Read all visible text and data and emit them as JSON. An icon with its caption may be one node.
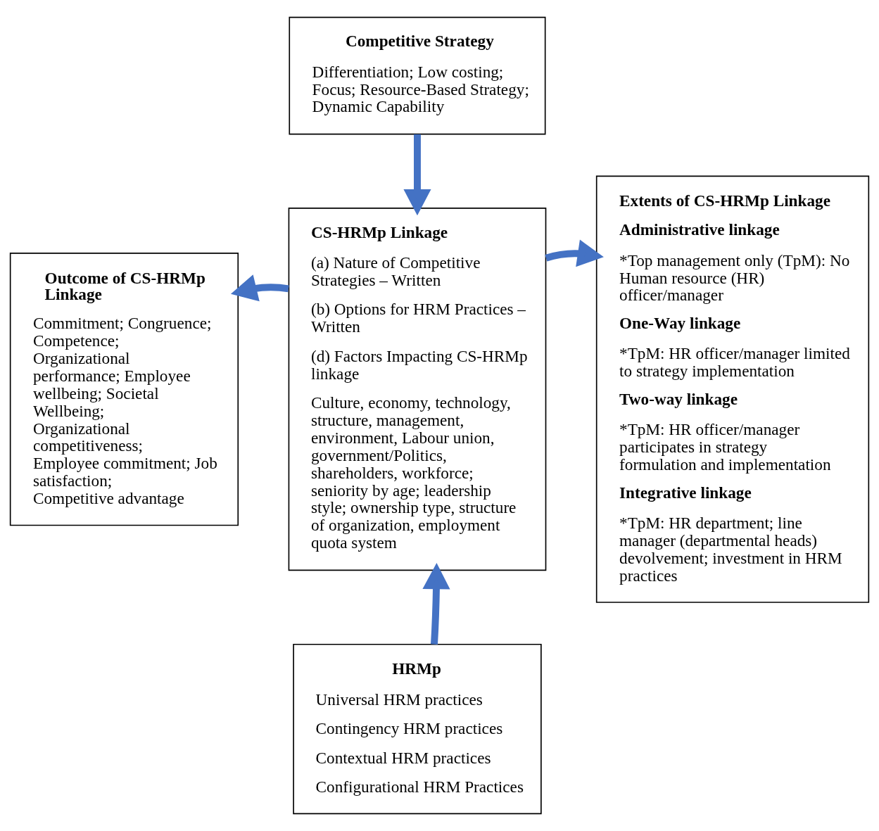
{
  "diagram": {
    "nodes": [
      {
        "text": [
          "Competitive Strategy",
          "Differentiation; Low costing; Focus; Resource-Based Strategy; Dynamic Capability"
        ]
      },
      {
        "text": [
          "CS-HRMp Linkage",
          "(a) Nature of Competitive Strategies – Written",
          "(b) Options for HRM Practices – Written",
          "(d) Factors Impacting CS-HRMp linkage",
          "Culture, economy, technology, structure, management, environment, Labour union, government/Politics, shareholders, workforce; seniority by age; leadership style; ownership type, structure of organization, employment quota system"
        ]
      },
      {
        "text": [
          "Outcome of CS-HRMp Linkage",
          "Commitment; Congruence; Competence; Organizational performance; Employee wellbeing; Societal Wellbeing; Organizational competitiveness; Employee commitment; Job satisfaction; Competitive advantage"
        ]
      },
      {
        "text": [
          "Extents of CS-HRMp Linkage",
          "Administrative linkage",
          "*Top management only (TpM): No Human resource (HR) officer/manager",
          "One-Way linkage",
          "*TpM: HR officer/manager limited to strategy implementation",
          "Two-way linkage",
          "*TpM: HR officer/manager participates in strategy formulation and implementation",
          "Integrative linkage",
          "*TpM: HR department; line manager (departmental heads) devolvement; investment in HRM practices"
        ]
      },
      {
        "text": [
          "HRMp",
          "Universal HRM practices",
          "Contingency HRM practices",
          "Contextual HRM practices",
          "Configurational HRM Practices"
        ]
      }
    ],
    "edges": [
      {
        "from": 0,
        "to": 1,
        "arrow": "to"
      },
      {
        "from": 1,
        "to": 2,
        "arrow": "to"
      },
      {
        "from": 1,
        "to": 3,
        "arrow": "to"
      },
      {
        "from": 4,
        "to": 1,
        "arrow": "to"
      }
    ]
  }
}
